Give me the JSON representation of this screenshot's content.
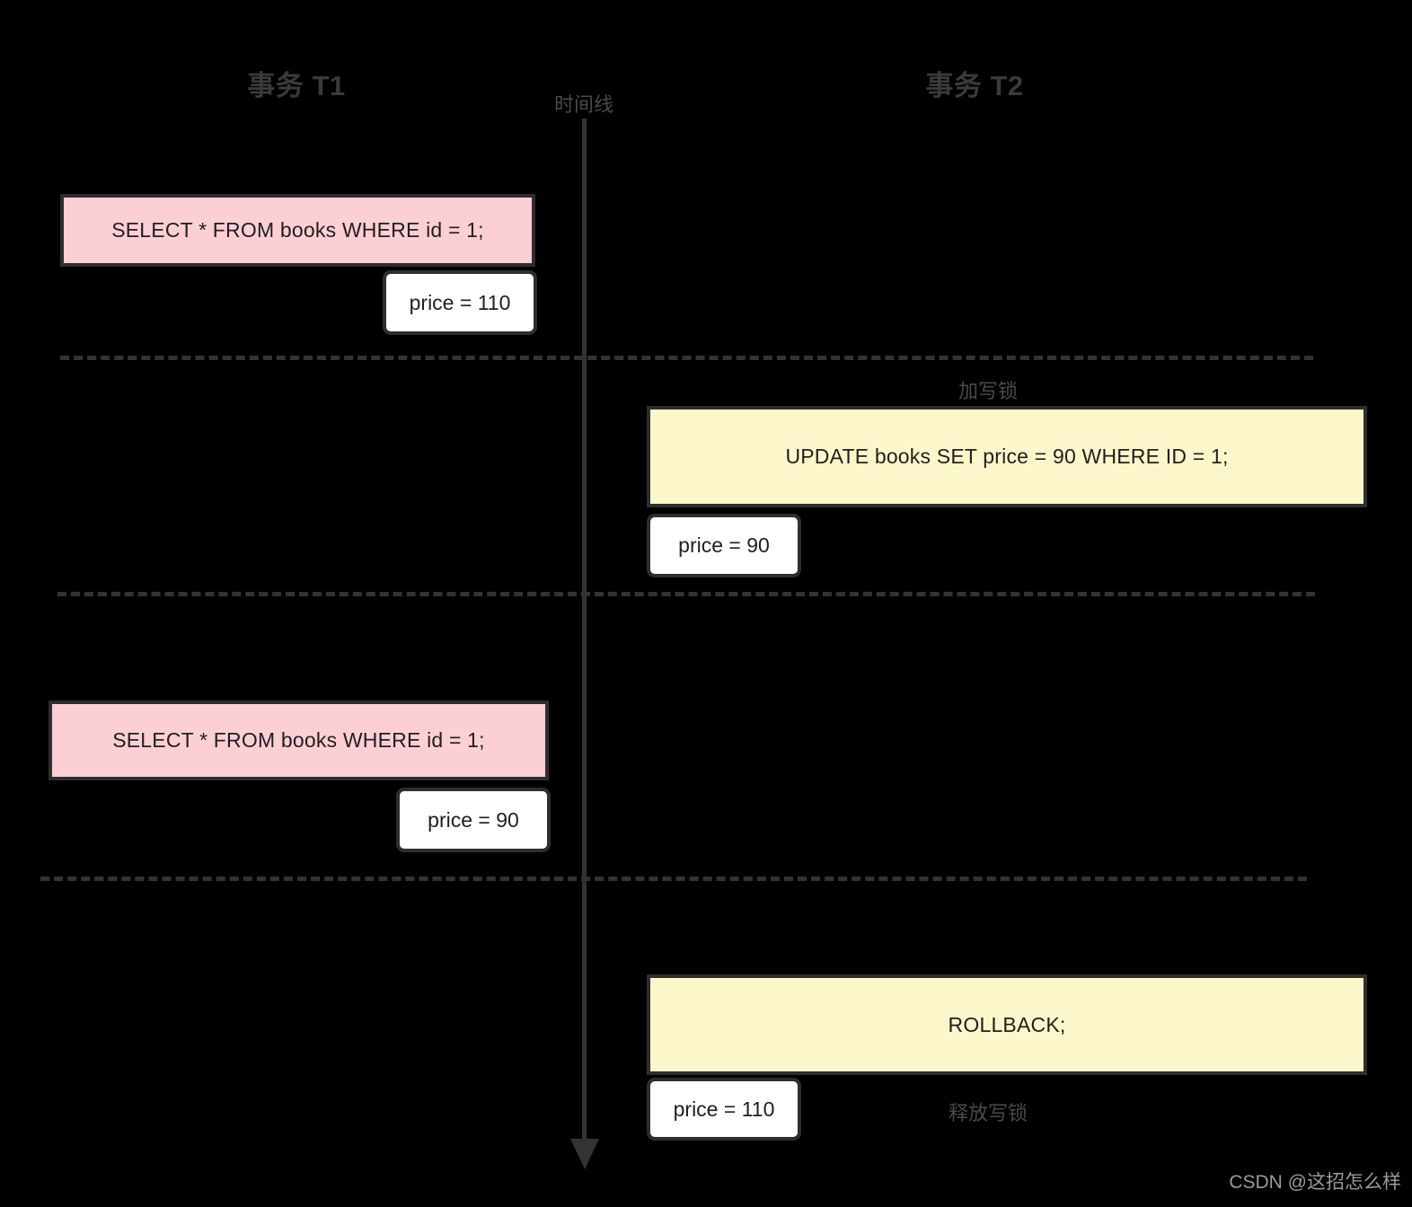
{
  "diagram": {
    "columns": {
      "left_title": "事务 T1",
      "right_title": "事务 T2"
    },
    "timeline": {
      "label": "时间线",
      "arrow_icon": "down-arrow-icon",
      "direction": "downward"
    },
    "steps": [
      {
        "actor": "T1",
        "kind": "read",
        "statement": "SELECT * FROM books WHERE id = 1;",
        "result": "price = 110"
      },
      {
        "actor": "T2",
        "kind": "write",
        "note": "加写锁",
        "statement": "UPDATE books SET price = 90 WHERE ID = 1;",
        "result": "price = 90"
      },
      {
        "actor": "T1",
        "kind": "read",
        "statement": "SELECT * FROM books WHERE id = 1;",
        "result": "price = 90"
      },
      {
        "actor": "T2",
        "kind": "write",
        "statement": "ROLLBACK;",
        "result": "price = 110",
        "note": "释放写锁"
      }
    ],
    "colors": {
      "background": "#000000",
      "read_box_fill": "#fbcfd4",
      "write_box_fill": "#fcf7ca",
      "callout_fill": "#ffffff",
      "stroke": "#2e2e2e",
      "muted_text": "#4a4a4a",
      "watermark_text": "#9a9a9a"
    },
    "watermark": "CSDN @这招怎么样"
  }
}
